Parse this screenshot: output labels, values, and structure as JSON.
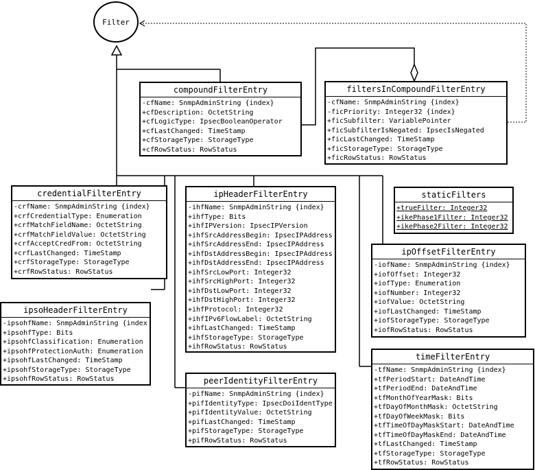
{
  "filter": {
    "label": "Filter"
  },
  "classes": {
    "compound": {
      "title": "compoundFilterEntry",
      "attrs": [
        "-cfName: SnmpAdminString {index}",
        "+cfDescription: OctetString",
        "+cfLogicType: IpsecBooleanOperator",
        "+cfLastChanged: TimeStamp",
        "+cfStorageType: StorageType",
        "+cfRowStatus: RowStatus"
      ]
    },
    "fic": {
      "title": "filtersInCompoundFilterEntry",
      "attrs": [
        "-cfName: SnmpAdminString {index}",
        "-ficPriority: Integer32 {index}",
        "+ficSubfilter: VariablePointer",
        "+ficSubfilterIsNegated: IpsecIsNegated",
        "+ficLastChanged: TimeStamp",
        "+ficStorageType: StorageType",
        "+ficRowStatus: RowStatus"
      ]
    },
    "credential": {
      "title": "credentialFilterEntry",
      "attrs": [
        "-crfName: SnmpAdminString {index}",
        "+crfCredentialType: Enumeration",
        "+crfMatchFieldName: OctetString",
        "+crfMatchFieldValue: OctetString",
        "+crfAcceptCredFrom: OctetString",
        "+crfLastChanged: TimeStamp",
        "+crfStorageType: StorageType",
        "+crfRowStatus: RowStatus"
      ]
    },
    "ipheader": {
      "title": "ipHeaderFilterEntry",
      "attrs": [
        "-ihfName: SnmpAdminString {index}",
        "+ihfType: Bits",
        "+ihfIPVersion: IpsecIPVersion",
        "+ihfSrcAddressBegin: IpsecIPAddress",
        "+ihfSrcAddressEnd: IpsecIPAddress",
        "+ihfDstAddressBegin: IpsecIPAddress",
        "+ihfDstAddressEnd: IpsecIPAddress",
        "+ihfSrcLowPort: Integer32",
        "+ihfSrcHighPort: Integer32",
        "+ihfDstLowPort: Integer32",
        "+ihfDstHighPort: Integer32",
        "+ihfProtocol: Integer32",
        "+ihfIPv6FlowLabel: OctetString",
        "+ihfLastChanged: TimeStamp",
        "+ihfStorageType: StorageType",
        "+ihfRowStatus: RowStatus"
      ]
    },
    "static": {
      "title": "staticFilters",
      "attrs": [
        "+trueFilter: Integer32",
        "+ikePhase1Filter: Integer32",
        "+ikePhase2Filter: Integer32"
      ]
    },
    "ipoffset": {
      "title": "ipOffsetFilterEntry",
      "attrs": [
        "-iofName: SnmpAdminString {index}",
        "+iofOffset: Integer32",
        "+iofType: Enumeration",
        "+iofNumber: Integer32",
        "+iofValue: OctetString",
        "+iofLastChanged: TimeStamp",
        "+iofStorageType: StorageType",
        "+iofRowStatus: RowStatus"
      ]
    },
    "ipso": {
      "title": "ipsoHeaderFilterEntry",
      "attrs": [
        "-ipsohfName: SnmpAdminString {index}",
        "+ipsohfType: Bits",
        "+ipsohfClassification: Enumeration",
        "+ipsohfProtectionAuth: Enumeration",
        "+ipsohfLastChanged: TimeStamp",
        "+ipsohfStorageType: StorageType",
        "+ipsohfRowStatus: RowStatus"
      ]
    },
    "peer": {
      "title": "peerIdentityFilterEntry",
      "attrs": [
        "-pifName: SnmpAdminString {index}",
        "+pifIdentityType: IpsecDoiIdentType",
        "+pifIdentityValue: OctetString",
        "+pifLastChanged: TimeStamp",
        "+pifStorageType: StorageType",
        "+pifRowStatus: RowStatus"
      ]
    },
    "time": {
      "title": "timeFilterEntry",
      "attrs": [
        "-tfName: SnmpAdminString {index}",
        "+tfPeriodStart: DateAndTime",
        "+tfPeriodEnd: DateAndTime",
        "+tfMonthOfYearMask: Bits",
        "+tfDayOfMonthMask: OctetString",
        "+tfDayOfWeekMask: Bits",
        "+tfTimeOfDayMaskStart: DateAndTime",
        "+tfTimeOfDayMaskEnd: DateAndTime",
        "+tfLastChanged: TimeStamp",
        "+tfStorageType: StorageType",
        "+tfRowStatus: RowStatus"
      ]
    }
  }
}
